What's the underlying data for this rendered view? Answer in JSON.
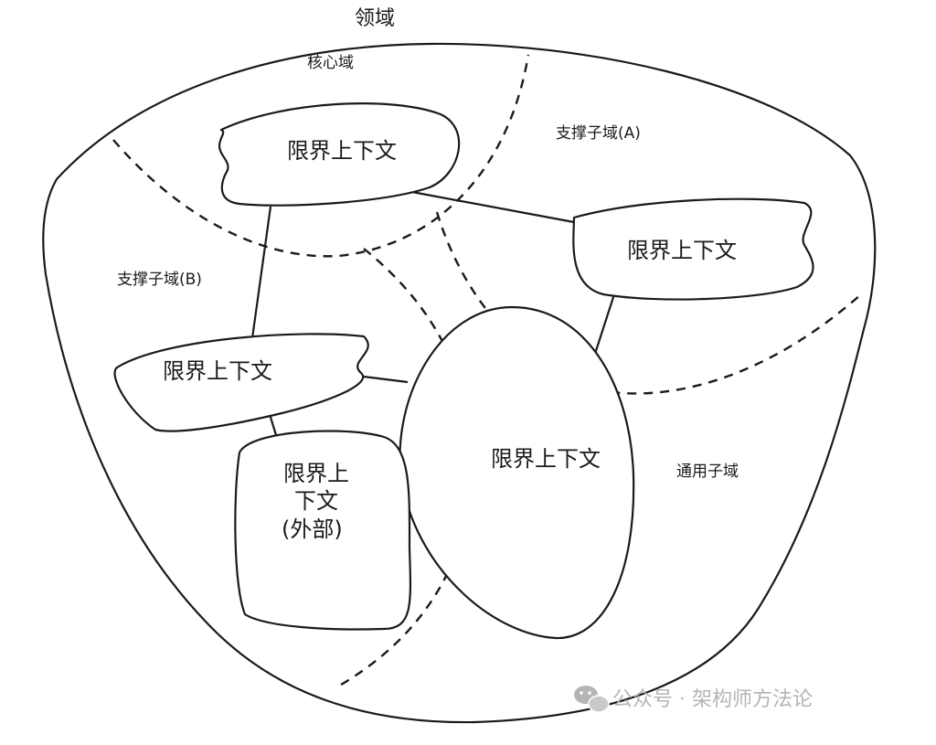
{
  "title": "领域",
  "regions": {
    "core": "核心域",
    "support_a": "支撑子域(A)",
    "support_b": "支撑子域(B)",
    "generic": "通用子域"
  },
  "contexts": {
    "top": "限界上下文",
    "right": "限界上下文",
    "left": "限界上下文",
    "center": "限界上下文",
    "external_line1": "限界上",
    "external_line2": "下文",
    "external_line3": "(外部)"
  },
  "watermark": {
    "text": "公众号 · 架构师方法论",
    "icon": "wechat-icon",
    "color": "#b5b5b5"
  }
}
